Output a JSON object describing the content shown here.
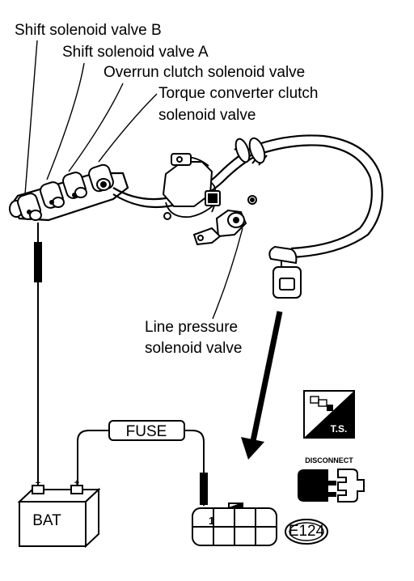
{
  "labels": {
    "shift_b": "Shift solenoid valve B",
    "shift_a": "Shift solenoid valve A",
    "overrun": "Overrun clutch solenoid valve",
    "tcc_line1": "Torque converter clutch",
    "tcc_line2": "solenoid valve",
    "line_pressure_line1": "Line pressure",
    "line_pressure_line2": "solenoid valve"
  },
  "fuse_label": "FUSE",
  "battery_label": "BAT",
  "battery_terminals": {
    "negative": "−",
    "positive": "+"
  },
  "connector": {
    "pin_label": "1",
    "id": "E124"
  },
  "icons": {
    "test_symbol": {
      "name": "ts-icon",
      "text": "T.S."
    },
    "disconnect": {
      "name": "disconnect-connector-icon",
      "text": "DISCONNECT"
    }
  },
  "colors": {
    "line": "#000000",
    "background": "#ffffff"
  }
}
